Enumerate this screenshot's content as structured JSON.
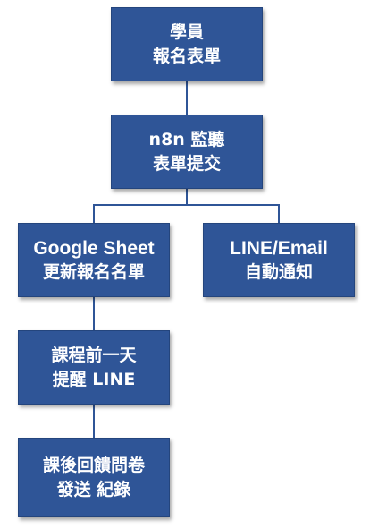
{
  "colors": {
    "box_fill": "#2f5597",
    "connector": "#2f5597",
    "text": "#ffffff"
  },
  "nodes": [
    {
      "id": "registration",
      "lines": [
        "學員",
        "報名表單"
      ]
    },
    {
      "id": "n8n",
      "lines": [
        "n8n 監聽",
        "表單提交"
      ]
    },
    {
      "id": "sheet",
      "lines": [
        "Google Sheet",
        "更新報名名單"
      ]
    },
    {
      "id": "notify",
      "lines": [
        "LINE/Email",
        "自動通知"
      ]
    },
    {
      "id": "reminder",
      "lines": [
        "課程前一天",
        "提醒 LINE"
      ]
    },
    {
      "id": "survey",
      "lines": [
        "課後回饋問卷",
        "發送 紀錄"
      ]
    }
  ],
  "edges": [
    {
      "from": "registration",
      "to": "n8n"
    },
    {
      "from": "n8n",
      "to": "sheet"
    },
    {
      "from": "n8n",
      "to": "notify"
    },
    {
      "from": "sheet",
      "to": "reminder"
    },
    {
      "from": "reminder",
      "to": "survey"
    }
  ]
}
